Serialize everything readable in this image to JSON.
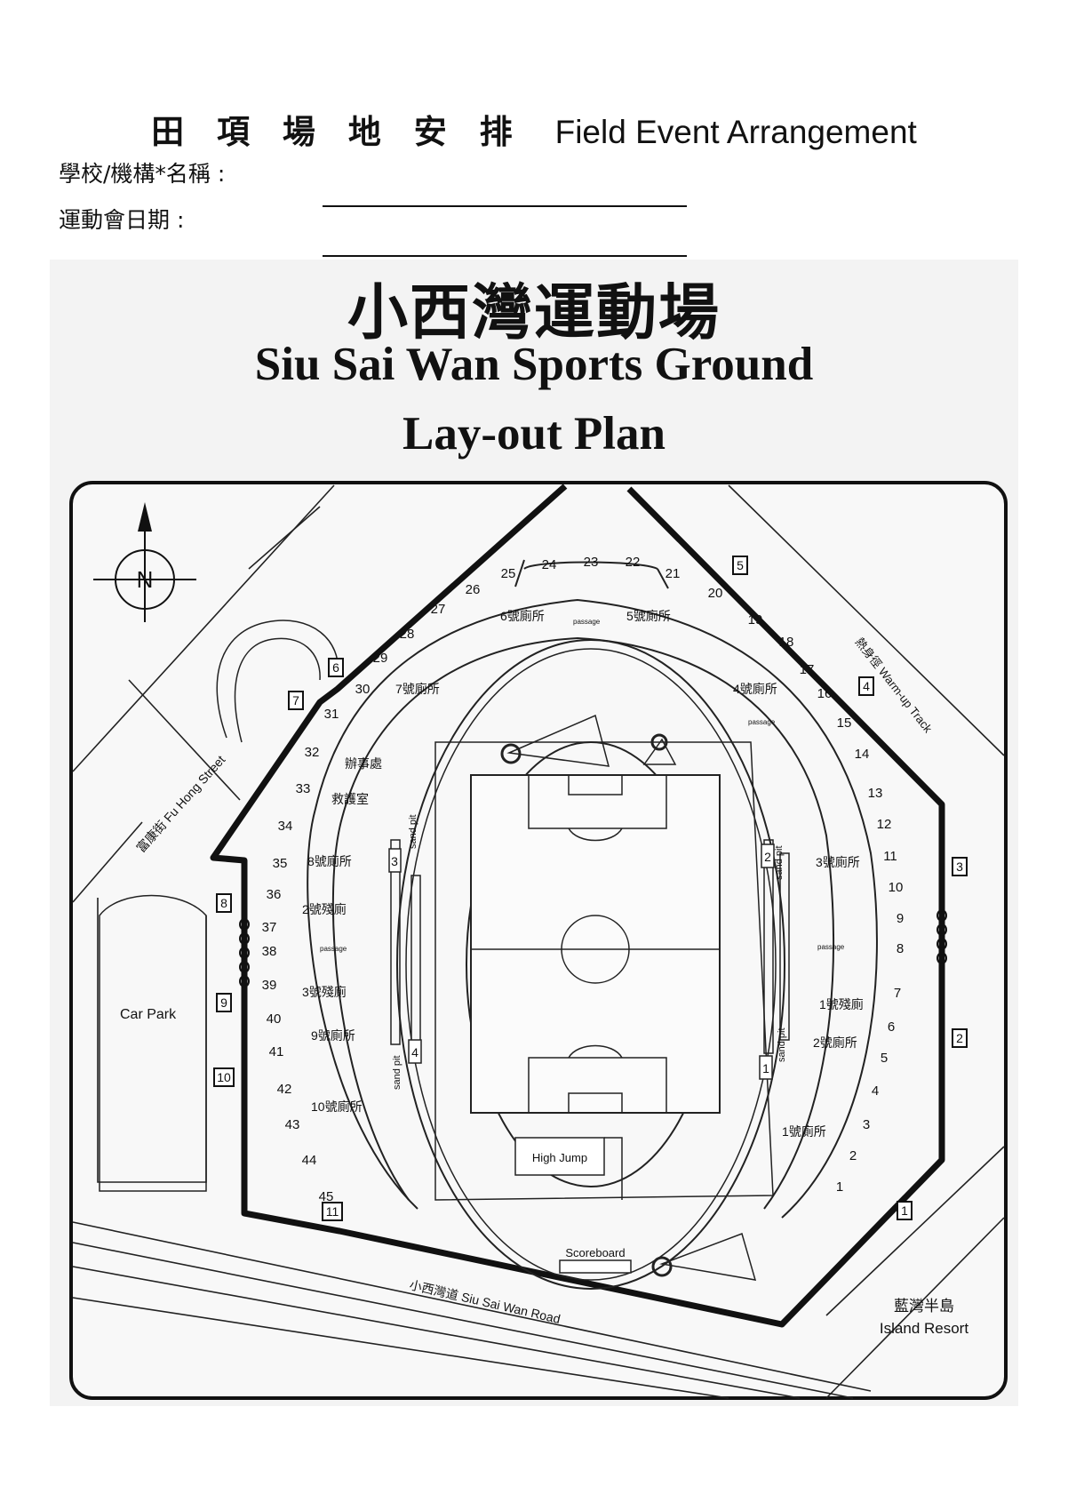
{
  "form": {
    "title_zh": "田 項 場 地 安 排",
    "title_en": "Field Event Arrangement",
    "school_label": "學校/機構*名稱 :",
    "date_label": "運動會日期 :"
  },
  "plan": {
    "title_zh": "小西灣運動場",
    "title_en": "Siu Sai Wan Sports Ground",
    "subtitle": "Lay-out Plan"
  },
  "map": {
    "north": "N",
    "streets": {
      "fu_hong": "富康街 Fu Hong Street",
      "siu_sai_wan_road": "小西灣道 Siu Sai Wan Road",
      "warmup": "熱身徑 Warm-up Track"
    },
    "places": {
      "car_park": "Car Park",
      "resort_zh": "藍灣半島",
      "resort_en": "Island Resort",
      "scoreboard": "Scoreboard",
      "high_jump": "High Jump",
      "office": "辦事處",
      "first_aid": "救護室",
      "sand_pit": "sand pit",
      "passage": "passage"
    },
    "toilets": {
      "t1": "1號廁所",
      "t2": "2號廁所",
      "t3": "3號廁所",
      "t4": "4號廁所",
      "t5": "5號廁所",
      "t6": "6號廁所",
      "t7": "7號廁所",
      "t8": "8號廁所",
      "t9": "9號廁所",
      "t10": "10號廁所",
      "d1": "1號殘廁",
      "d2": "2號殘廁",
      "d3": "3號殘廁"
    },
    "pits": [
      "1",
      "2",
      "3",
      "4"
    ],
    "gates": [
      "1",
      "2",
      "3",
      "4",
      "5",
      "6",
      "7",
      "8",
      "9",
      "10",
      "11"
    ],
    "sections": [
      "1",
      "2",
      "3",
      "4",
      "5",
      "6",
      "7",
      "8",
      "9",
      "10",
      "11",
      "12",
      "13",
      "14",
      "15",
      "16",
      "17",
      "18",
      "19",
      "20",
      "21",
      "22",
      "23",
      "24",
      "25",
      "26",
      "27",
      "28",
      "29",
      "30",
      "31",
      "32",
      "33",
      "34",
      "35",
      "36",
      "37",
      "38",
      "39",
      "40",
      "41",
      "42",
      "43",
      "44",
      "45"
    ]
  }
}
